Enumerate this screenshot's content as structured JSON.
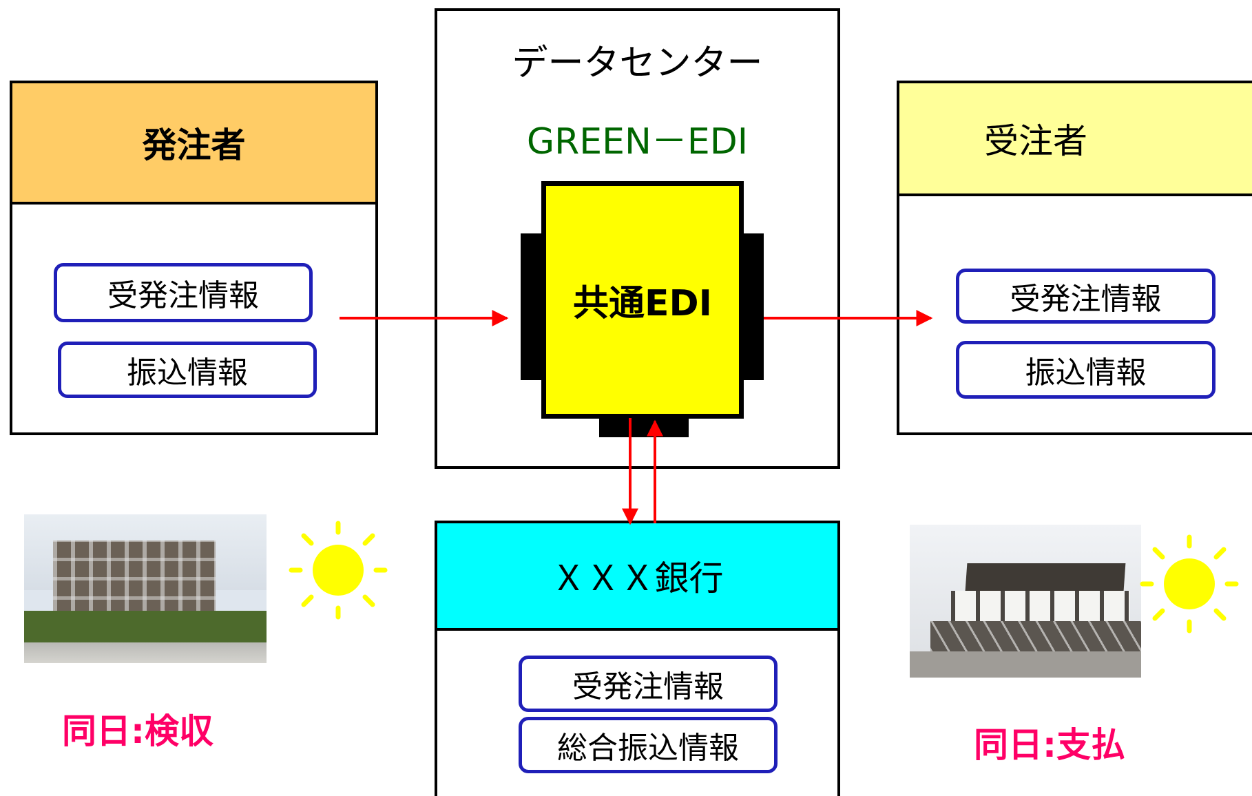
{
  "orderer": {
    "title": "発注者",
    "items": [
      "受発注情報",
      "振込情報"
    ],
    "caption": "同日:検収"
  },
  "datacenter": {
    "title": "データセンター",
    "system": "GREEN－EDI",
    "core": "共通EDI"
  },
  "contractor": {
    "title": "受注者",
    "items": [
      "受発注情報",
      "振込情報"
    ],
    "caption": "同日:支払"
  },
  "bank": {
    "title": "ＸＸＸ銀行",
    "items": [
      "受発注情報",
      "総合振込情報"
    ]
  },
  "colors": {
    "orderer_header": "#ffcc66",
    "contractor_header": "#ffff99",
    "bank_header": "#00ffff",
    "core_fill": "#ffff00",
    "pill_border": "#1f1fb8",
    "arrow": "#ff0000",
    "caption": "#ff0066",
    "system_text": "#006600",
    "sun": "#ffff00"
  },
  "icons": [
    "sun-icon",
    "building-photo"
  ]
}
